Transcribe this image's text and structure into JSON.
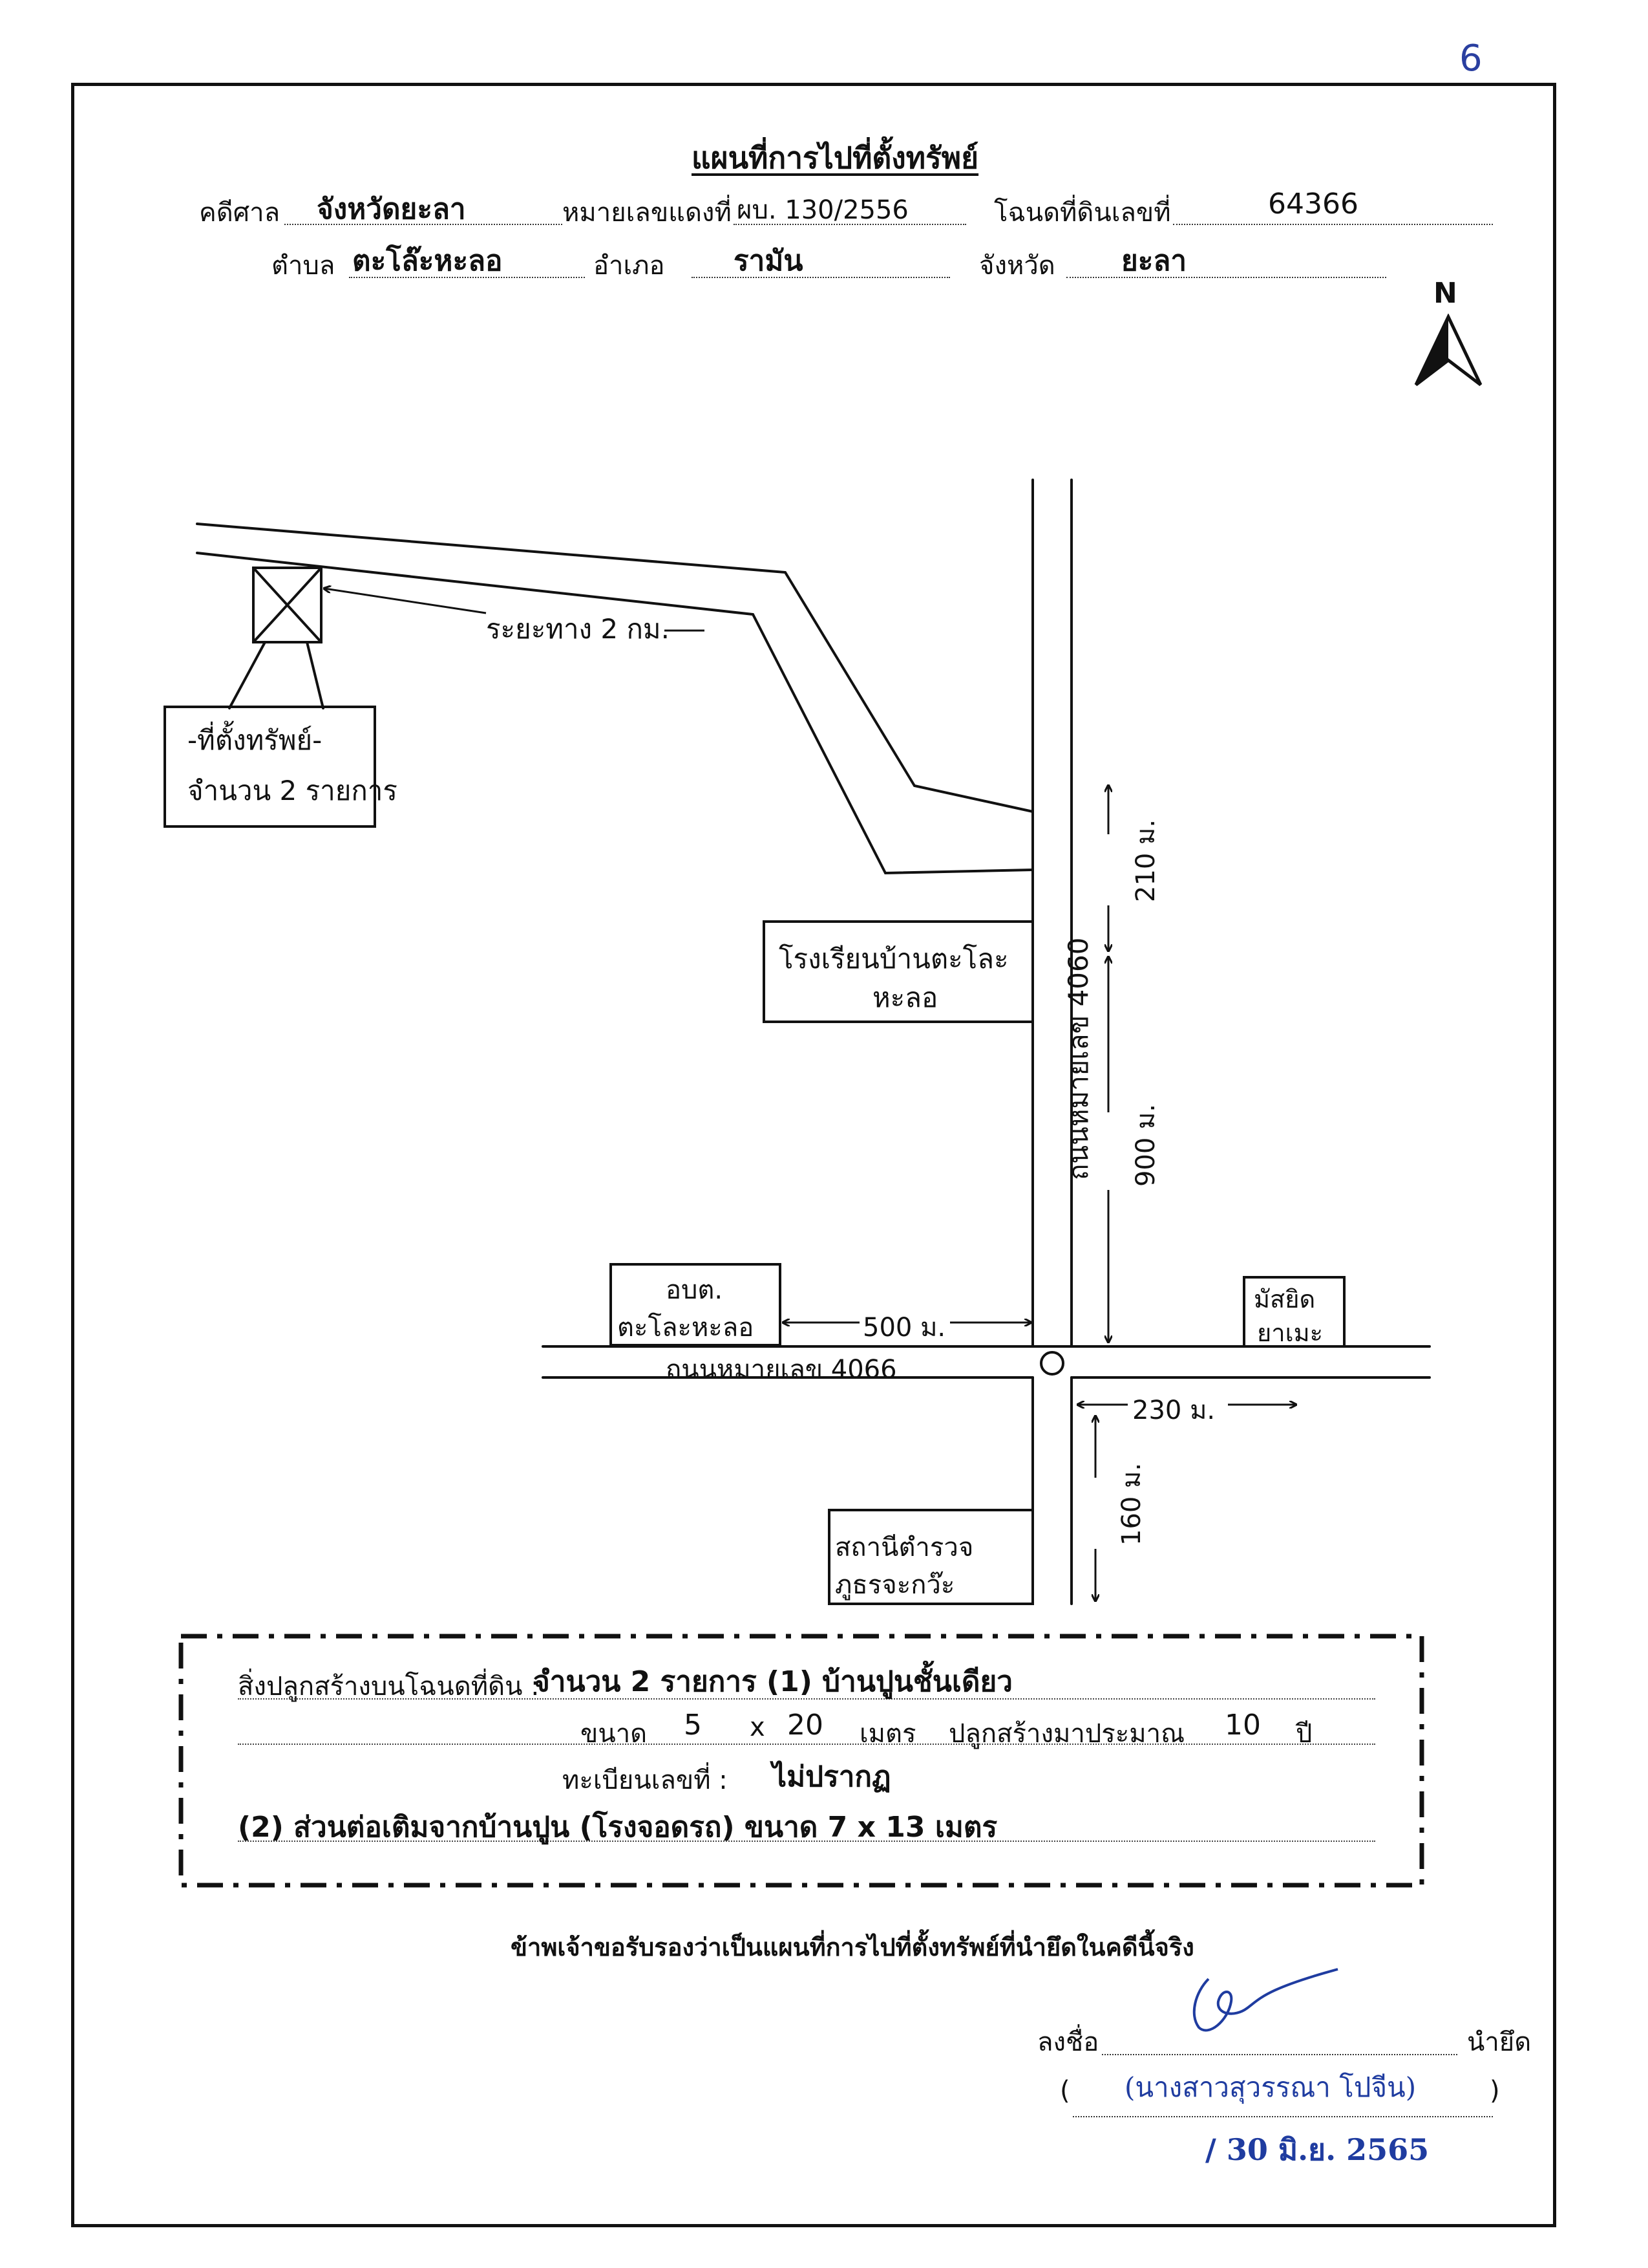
{
  "page_number": "6",
  "title": "แผนที่การไปที่ตั้งทรัพย์",
  "header": {
    "court_label": "คดีศาล",
    "court_value": "จังหวัดยะลา",
    "case_label": "หมายเลขแดงที่",
    "case_value": "ผบ. 130/2556",
    "deed_label": "โฉนดที่ดินเลขที่",
    "deed_value": "64366",
    "subdistrict_label": "ตำบล",
    "subdistrict_value": "ตะโล๊ะหะลอ",
    "district_label": "อำเภอ",
    "district_value": "รามัน",
    "province_label": "จังหวัด",
    "province_value": "ยะลา"
  },
  "compass": {
    "label": "N"
  },
  "map": {
    "distance_2km": "ระยะทาง 2 กม.",
    "property_line1": "-ที่ตั้งทรัพย์-",
    "property_line2": "จำนวน 2 รายการ",
    "school_line1": "โรงเรียนบ้านตะโละ",
    "school_line2": "หะลอ",
    "road_vertical": "ถนนหมายเลข 4060",
    "road_horizontal": "ถนนหมายเลข 4066",
    "dist_210": "210 ม.",
    "dist_900": "900 ม.",
    "dist_500": "500 ม.",
    "dist_230": "230 ม.",
    "dist_160": "160 ม.",
    "sao_line1": "อบต.",
    "sao_line2": "ตะโละหะลอ",
    "mosque_line1": "มัสยิด",
    "mosque_line2": "ยาเมะ",
    "police_line1": "สถานีตำรวจ",
    "police_line2": "ภูธรจะกว๊ะ"
  },
  "buildings": {
    "label": "สิ่งปลูกสร้างบนโฉนดที่ดิน :",
    "value": "จำนวน 2 รายการ (1) บ้านปูนชั้นเดียว",
    "size_label": "ขนาด",
    "size_w": "5",
    "size_x": "x",
    "size_h": "20",
    "size_unit": "เมตร",
    "built_label": "ปลูกสร้างมาประมาณ",
    "built_years": "10",
    "built_unit": "ปี",
    "reg_label": "ทะเบียนเลขที่ :",
    "reg_value": "ไม่ปรากฏ",
    "item2": "(2) ส่วนต่อเติมจากบ้านปูน (โรงจอดรถ) ขนาด 7 x 13 เมตร"
  },
  "certify": "ข้าพเจ้าขอรับรองว่าเป็นแผนที่การไปที่ตั้งทรัพย์ที่นำยึดในคดีนี้จริง",
  "signature": {
    "sign_label": "ลงชื่อ",
    "role": "นำยึด",
    "open_paren": "(",
    "name": "(นางสาวสุวรรณา โปจีน)",
    "close_paren": ")",
    "date": "/ 30 มิ.ย. 2565"
  }
}
